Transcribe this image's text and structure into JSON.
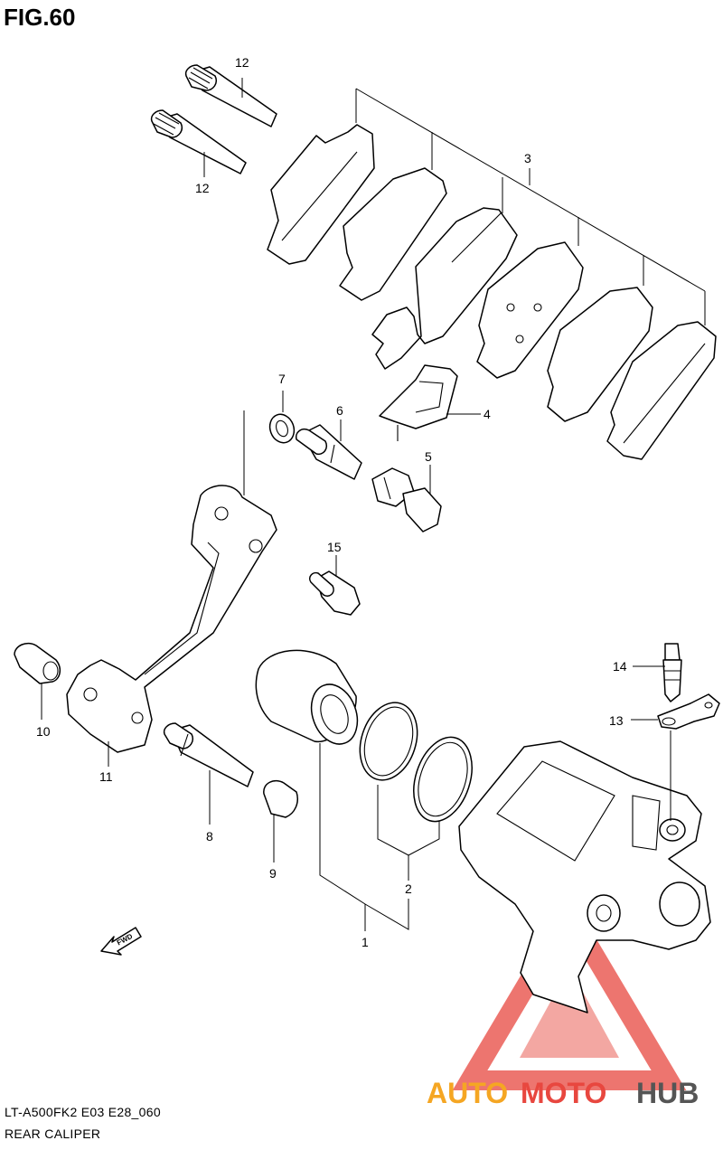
{
  "figure": {
    "title": "FIG.60",
    "model_code": "LT-A500FK2 E03 E28_060",
    "section_title": "REAR CALIPER"
  },
  "callouts": [
    "1",
    "2",
    "3",
    "4",
    "5",
    "6",
    "7",
    "8",
    "9",
    "10",
    "11",
    "12",
    "12",
    "13",
    "14",
    "15"
  ],
  "direction_label": "FWD",
  "watermark": {
    "part1": "AUTO",
    "part2": "MOTO",
    "part3": "HUB",
    "color_orange": "#f5a623",
    "color_red": "#e8473f",
    "color_gray": "#555555"
  }
}
